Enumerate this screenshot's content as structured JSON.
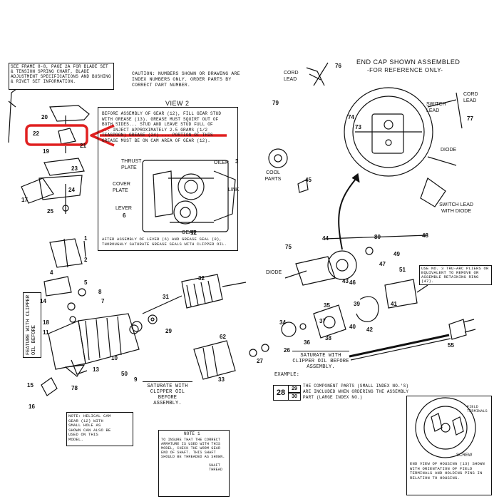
{
  "callouts": {
    "top_left_note": "SEE FRAME 8-8, PAGE 2A FOR BLADE SET & TENSION SPRING CHART, BLADE ADJUSTMENT SPECIFICATIONS AND BUSHING & RIVET SET INFORMATION.",
    "caution": "CAUTION: NUMBERS SHOWN OR DRAWING ARE INDEX NUMBERS ONLY. ORDER PARTS BY CORRECT PART NUMBER.",
    "end_cap_title": "END CAP SHOWN ASSEMBLED",
    "end_cap_sub": "-FOR REFERENCE ONLY-",
    "view2_title": "VIEW 2",
    "view2_note": "BEFORE ASSEMBLY OF GEAR (12), FILL GEAR STUD WITH GREASE (13). GREASE MUST SQUIRT OUT OF BOTH SIDES... STUD AND LEAVE STUD FULL OF ... INJECT APPROXIMATELY 2.5 GRAMS (1/2 TEASPOON) GREASE (24) ... PORTION OF THIS GREASE MUST BE ON CAM AREA OF GEAR (12).",
    "view2_bottom_note": "AFTER ASSEMBLY OF LEVER (6) AND GREASE SEAL (8), THOROUGHLY SATURATE GREASE SEALS WITH CLIPPER OIL.",
    "frame_side": "FEATURE WITH CLIPPER OIL BEFORE",
    "saturate_left": "SATURATE WITH CLIPPER OIL BEFORE ASSEMBLY.",
    "saturate_right": "SATURATE WITH CLIPPER OIL BEFORE ASSEMBLY.",
    "example_label": "EXAMPLE:",
    "example_text": "THE COMPONENT PARTS (SMALL INDEX NO.'S) ARE INCLUDED WHEN ORDERING THE ASSEMBLY PART (LARGE INDEX NO.)",
    "pliers_note": "USE NO. 3 TRU-ARC PLIERS OR EQUIVALENT TO REMOVE OR ASSEMBLE RETAINING RING (47).",
    "note_helical": "NOTE: HELICAL CAM GEAR (12) WITH SMALL HOLE AS SHOWN CAN ALSO BE USED ON THIS MODEL.",
    "note1_title": "NOTE 1",
    "note1_text": "TO INSURE THAT THE CORRECT ARMATURE IS USED WITH THIS MODEL, CHECK THE WORM GEAR END OF SHAFT. THIS SHAFT SHOULD BE THREADED AS SHOWN.",
    "shaft_thread": "SHAFT THREAD",
    "bottom_right_note": "END VIEW OF HOUSING (13) SHOWN WITH ORIENTATION OF FIELD TERMINALS AND HOLDING PINS IN RELATION TO HOUSING.",
    "field_terminals": "FIELD TERMINALS"
  },
  "labels": {
    "cord_lead": "CORD LEAD",
    "cord_lead_right": "CORD LEAD",
    "switch_lead": "SWITCH LEAD",
    "switch_lead_diode": "SWITCH LEAD WITH DIODE",
    "diode_right": "DIODE",
    "diode_left": "DIODE",
    "cool_parts": "COOL PARTS",
    "thrust_plate": "THRUST PLATE",
    "cover_plate": "COVER PLATE",
    "lever": "LEVER",
    "oiler": "OILER",
    "link": "LINK",
    "gear": "GEAR",
    "screw": "SCREW"
  },
  "example_boxes": [
    "28",
    "29",
    "30"
  ],
  "index_numbers": [
    "20",
    "22",
    "19",
    "17",
    "25",
    "1",
    "2",
    "3",
    "4",
    "5",
    "6",
    "7",
    "8",
    "9",
    "10",
    "11",
    "12",
    "13",
    "14",
    "15",
    "16",
    "18",
    "21",
    "23",
    "24",
    "26",
    "27",
    "29",
    "31",
    "32",
    "33",
    "34",
    "35",
    "36",
    "37",
    "38",
    "39",
    "40",
    "41",
    "42",
    "43",
    "44",
    "45",
    "46",
    "47",
    "48",
    "49",
    "50",
    "51",
    "55",
    "62",
    "73",
    "74",
    "75",
    "76",
    "77",
    "78",
    "79",
    "80"
  ],
  "highlight": {
    "color": "#e02020",
    "target": "22"
  }
}
